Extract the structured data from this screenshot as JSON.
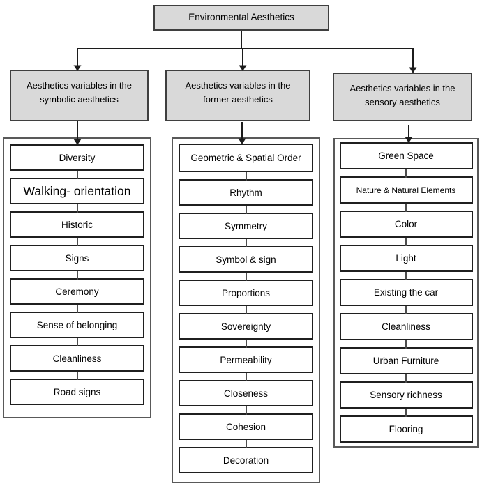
{
  "root": {
    "label": "Environmental Aesthetics"
  },
  "branches": [
    {
      "header": "Aesthetics variables in the symbolic aesthetics",
      "items": [
        "Diversity",
        "Walking- orientation",
        "Historic",
        "Signs",
        "Ceremony",
        "Sense of belonging",
        "Cleanliness",
        "Road signs"
      ]
    },
    {
      "header": "Aesthetics variables in the former aesthetics",
      "items": [
        "Geometric & Spatial Order",
        "Rhythm",
        "Symmetry",
        "Symbol & sign",
        "Proportions",
        "Sovereignty",
        "Permeability",
        "Closeness",
        "Cohesion",
        "Decoration"
      ]
    },
    {
      "header": "Aesthetics variables in the sensory aesthetics",
      "items": [
        "Green Space",
        "Nature & Natural Elements",
        "Color",
        "Light",
        "Existing the car",
        "Cleanliness",
        "Urban Furniture",
        "Sensory richness",
        "Flooring"
      ]
    }
  ],
  "colors": {
    "node_fill": "#d9d9d9",
    "node_border": "#3f3f3f",
    "item_border": "#1f1f1f",
    "container_border": "#595959",
    "connector": "#1c1c1c"
  }
}
